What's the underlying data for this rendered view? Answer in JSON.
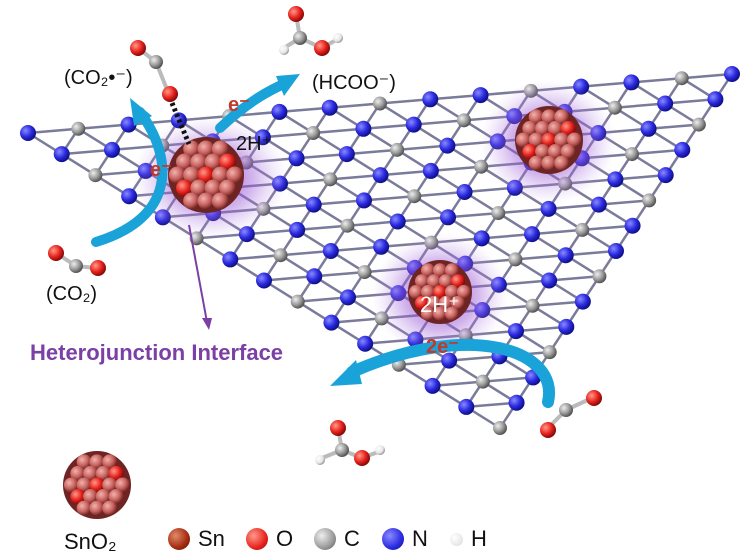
{
  "labels": {
    "co2_radical": "(CO₂•⁻)",
    "hcoo": "(HCOO⁻)",
    "co2": "(CO₂)",
    "electron_top": "e⁻",
    "electron_left": "e⁻",
    "two_h_plus_top": "2H⁺",
    "two_h_plus_center": "2H⁺",
    "two_e": "2e⁻",
    "interface": "Heterojunction Interface",
    "sno2": "SnO₂"
  },
  "legend": [
    {
      "label": "Sn",
      "color": "#a32a0f"
    },
    {
      "label": "O",
      "color": "#e8231e"
    },
    {
      "label": "C",
      "color": "#9a9a9a"
    },
    {
      "label": "N",
      "color": "#2a2ae0"
    },
    {
      "label": "H",
      "color": "#f4f4f4"
    }
  ],
  "colors": {
    "arrow": "#1aa3d9",
    "interface": "#7b3fa6",
    "glow": "#8a3fc0",
    "nitrogen": "#2a2ae0",
    "carbon": "#9a9a9a",
    "oxygen": "#e8231e",
    "tin_oxide": "#c7615e"
  }
}
